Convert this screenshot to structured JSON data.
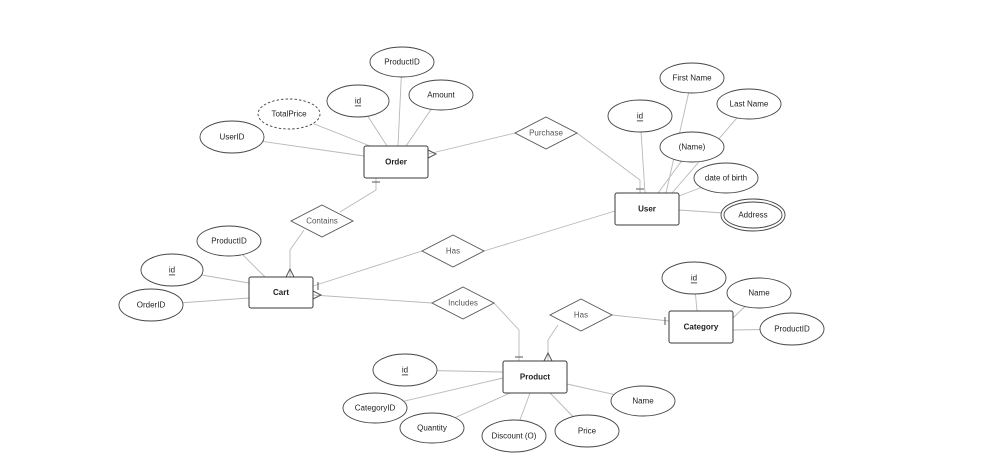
{
  "entities": [
    {
      "id": "order",
      "label": "Order"
    },
    {
      "id": "user",
      "label": "User"
    },
    {
      "id": "cart",
      "label": "Cart"
    },
    {
      "id": "category",
      "label": "Category"
    },
    {
      "id": "product",
      "label": "Product"
    }
  ],
  "relationships": [
    {
      "id": "purchase",
      "label": "Purchase",
      "connects": [
        "order",
        "user"
      ]
    },
    {
      "id": "contains",
      "label": "Contains",
      "connects": [
        "order",
        "cart"
      ]
    },
    {
      "id": "has_user_cart",
      "label": "Has",
      "connects": [
        "user",
        "cart"
      ]
    },
    {
      "id": "includes",
      "label": "Includes",
      "connects": [
        "cart",
        "product"
      ]
    },
    {
      "id": "has_product_category",
      "label": "Has",
      "connects": [
        "product",
        "category"
      ]
    }
  ],
  "attributes": [
    {
      "id": "order_productid",
      "label": "ProductID",
      "entity": "order"
    },
    {
      "id": "order_id",
      "label": "id",
      "entity": "order",
      "key": true
    },
    {
      "id": "order_amount",
      "label": "Amount",
      "entity": "order"
    },
    {
      "id": "order_totalprice",
      "label": "TotalPrice",
      "entity": "order",
      "derived": true
    },
    {
      "id": "order_userid",
      "label": "UserID",
      "entity": "order"
    },
    {
      "id": "user_id",
      "label": "id",
      "entity": "user",
      "key": true
    },
    {
      "id": "user_firstname",
      "label": "First Name",
      "entity": "user"
    },
    {
      "id": "user_lastname",
      "label": "Last Name",
      "entity": "user"
    },
    {
      "id": "user_name",
      "label": "(Name)",
      "entity": "user"
    },
    {
      "id": "user_dob",
      "label": "date of birth",
      "entity": "user"
    },
    {
      "id": "user_address",
      "label": "Address",
      "entity": "user",
      "multivalued": true
    },
    {
      "id": "cart_productid",
      "label": "ProductID",
      "entity": "cart"
    },
    {
      "id": "cart_id",
      "label": "id",
      "entity": "cart",
      "key": true
    },
    {
      "id": "cart_orderid",
      "label": "OrderID",
      "entity": "cart"
    },
    {
      "id": "category_id",
      "label": "id",
      "entity": "category",
      "key": true
    },
    {
      "id": "category_name",
      "label": "Name",
      "entity": "category"
    },
    {
      "id": "category_productid",
      "label": "ProductID",
      "entity": "category"
    },
    {
      "id": "product_id",
      "label": "id",
      "entity": "product",
      "key": true
    },
    {
      "id": "product_categoryid",
      "label": "CategoryID",
      "entity": "product"
    },
    {
      "id": "product_quantity",
      "label": "Quantity",
      "entity": "product"
    },
    {
      "id": "product_discount",
      "label": "Discount (O)",
      "entity": "product"
    },
    {
      "id": "product_price",
      "label": "Price",
      "entity": "product"
    },
    {
      "id": "product_name",
      "label": "Name",
      "entity": "product"
    }
  ]
}
